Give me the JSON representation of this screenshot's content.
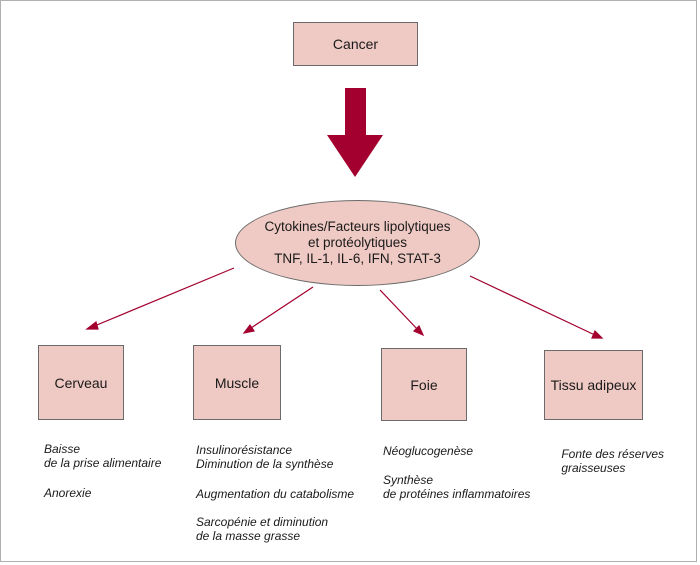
{
  "colors": {
    "box_fill": "#efc9c3",
    "arrow": "#a3002f",
    "border": "#6b6b6b"
  },
  "top": {
    "label": "Cancer"
  },
  "mediator": {
    "lines": [
      "Cytokines/Facteurs lipolytiques",
      "et protéolytiques",
      "TNF, IL-1, IL-6, IFN, STAT-3"
    ]
  },
  "targets": [
    {
      "label": "Cerveau",
      "notes": [
        "Baisse\nde la prise alimentaire",
        "Anorexie"
      ]
    },
    {
      "label": "Muscle",
      "notes": [
        "Insulinorésistance\nDiminution de la synthèse",
        "Augmentation du catabolisme",
        "Sarcopénie et diminution\nde la masse grasse"
      ]
    },
    {
      "label": "Foie",
      "notes": [
        "Néoglucogenèse",
        "Synthèse\nde protéines inflammatoires"
      ]
    },
    {
      "label": "Tissu adipeux",
      "notes": [
        " Fonte des réserves\n graisseuses"
      ]
    }
  ]
}
